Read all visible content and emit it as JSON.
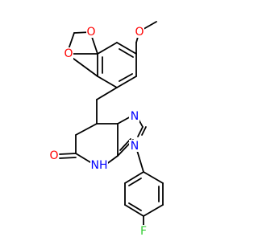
{
  "diagram": {
    "type": "chemical-structure",
    "atom_labels": {
      "ring_oxygen_top": "O",
      "ring_oxygen_left": "O",
      "methoxy_oxygen": "O",
      "imidazole_n_top": "N",
      "imidazole_n_bottom": "N",
      "lactam_nh": "NH",
      "carbonyl_oxygen": "O",
      "fluorine": "F"
    },
    "colors": {
      "oxygen": "#ff0000",
      "nitrogen": "#0000ff",
      "fluorine": "#33cc33",
      "bond": "#000000"
    }
  }
}
